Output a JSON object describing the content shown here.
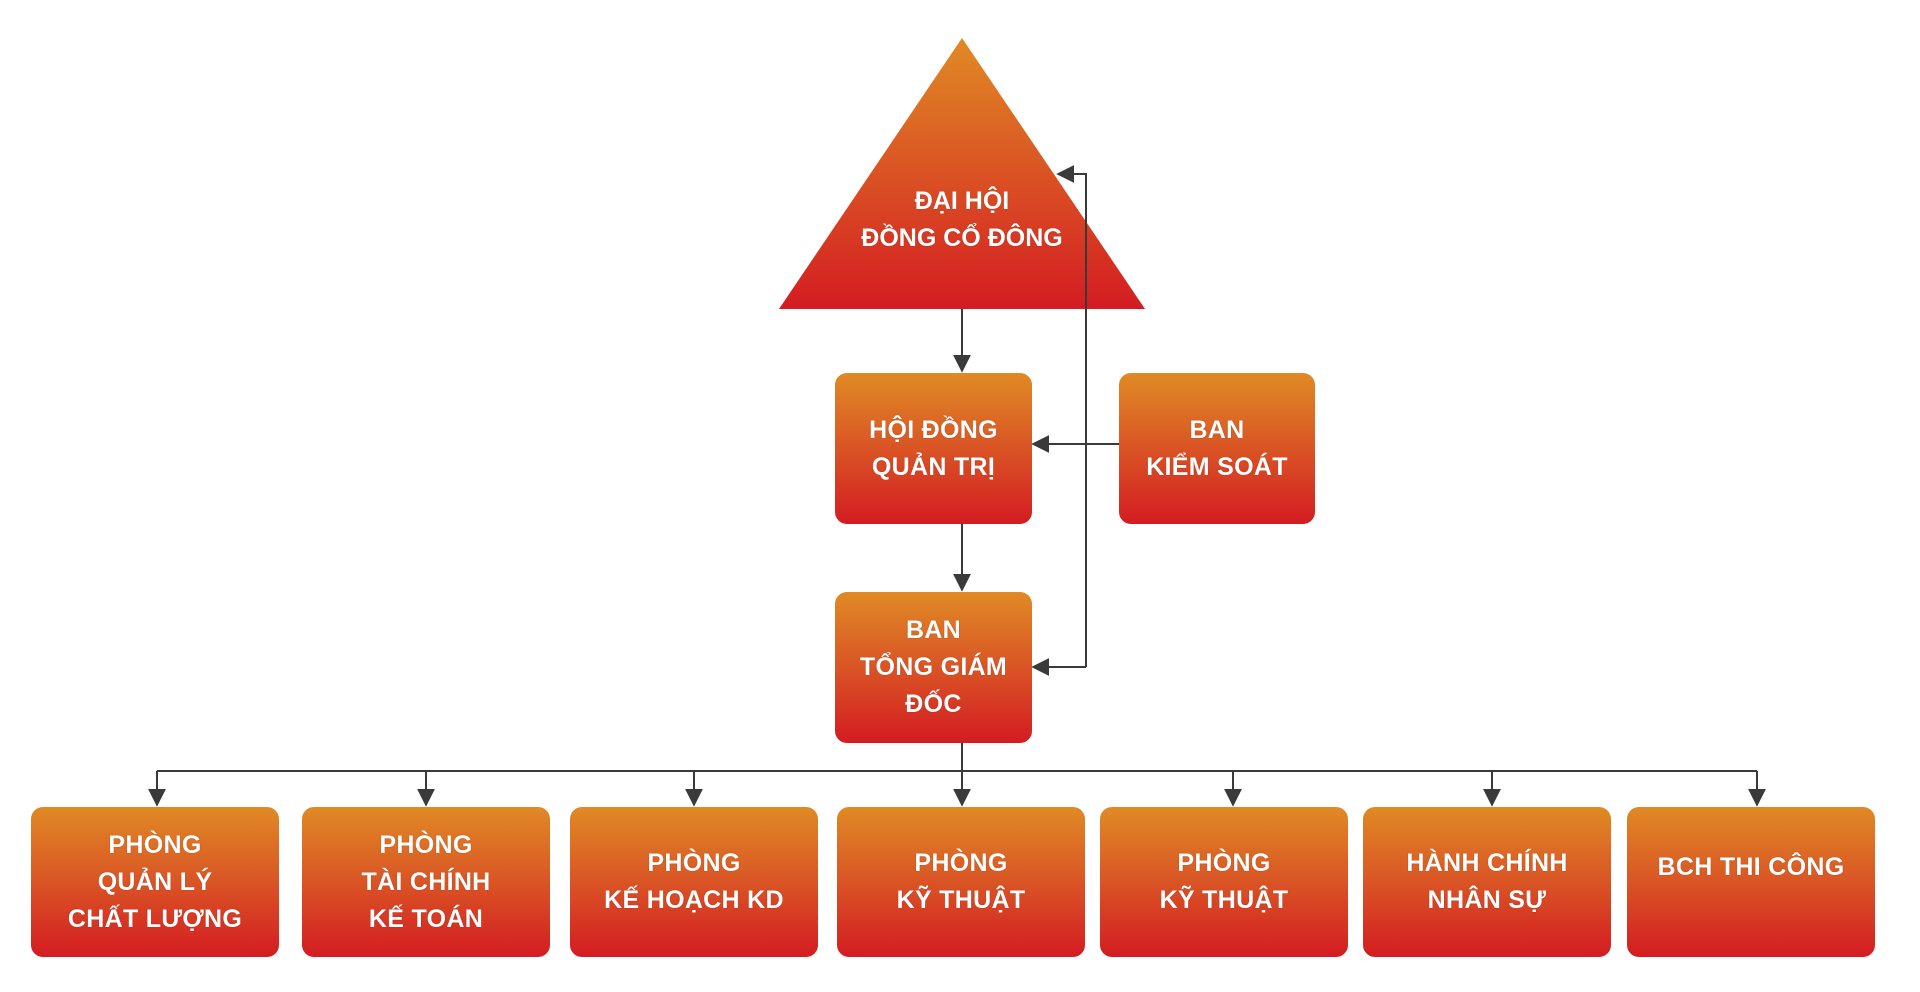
{
  "diagram": {
    "type": "org-chart",
    "colors": {
      "node_gradient_top": "#e08a25",
      "node_gradient_bottom": "#d41c22",
      "node_text": "#ffffff",
      "connector": "#3a3a3a"
    },
    "root": {
      "id": "dai-hoi-dong-co-dong",
      "shape": "triangle",
      "label": "ĐẠI HỘI\nĐỒNG CỔ ĐÔNG"
    },
    "board": {
      "id": "hoi-dong-quan-tri",
      "label": "HỘI ĐỒNG\nQUẢN TRỊ"
    },
    "supervisory": {
      "id": "ban-kiem-soat",
      "label": "BAN\nKIỂM SOÁT"
    },
    "executive": {
      "id": "ban-tong-giam-doc",
      "label": "BAN\nTỔNG GIÁM ĐỐC"
    },
    "departments": [
      {
        "id": "phong-quan-ly-chat-luong",
        "label": "PHÒNG\nQUẢN LÝ\nCHẤT LƯỢNG"
      },
      {
        "id": "phong-tai-chinh-ke-toan",
        "label": "PHÒNG\nTÀI CHÍNH\nKẾ TOÁN"
      },
      {
        "id": "phong-ke-hoach-kd",
        "label": "PHÒNG\nKẾ HOẠCH KD"
      },
      {
        "id": "phong-ky-thuat-1",
        "label": "PHÒNG\nKỸ THUẬT"
      },
      {
        "id": "phong-ky-thuat-2",
        "label": "PHÒNG\nKỸ THUẬT"
      },
      {
        "id": "hanh-chinh-nhan-su",
        "label": "HÀNH CHÍNH\nNHÂN SỰ"
      },
      {
        "id": "bch-thi-cong",
        "label": "BCH THI CÔNG"
      }
    ],
    "edges": [
      {
        "from": "dai-hoi-dong-co-dong",
        "to": "hoi-dong-quan-tri"
      },
      {
        "from": "hoi-dong-quan-tri",
        "to": "ban-tong-giam-doc"
      },
      {
        "from": "ban-kiem-soat",
        "to": "hoi-dong-quan-tri"
      },
      {
        "from": "ban-kiem-soat",
        "to": "dai-hoi-dong-co-dong"
      },
      {
        "from": "ban-kiem-soat",
        "to": "ban-tong-giam-doc"
      },
      {
        "from": "ban-tong-giam-doc",
        "to": "phong-quan-ly-chat-luong"
      },
      {
        "from": "ban-tong-giam-doc",
        "to": "phong-tai-chinh-ke-toan"
      },
      {
        "from": "ban-tong-giam-doc",
        "to": "phong-ke-hoach-kd"
      },
      {
        "from": "ban-tong-giam-doc",
        "to": "phong-ky-thuat-1"
      },
      {
        "from": "ban-tong-giam-doc",
        "to": "phong-ky-thuat-2"
      },
      {
        "from": "ban-tong-giam-doc",
        "to": "hanh-chinh-nhan-su"
      },
      {
        "from": "ban-tong-giam-doc",
        "to": "bch-thi-cong"
      }
    ]
  }
}
